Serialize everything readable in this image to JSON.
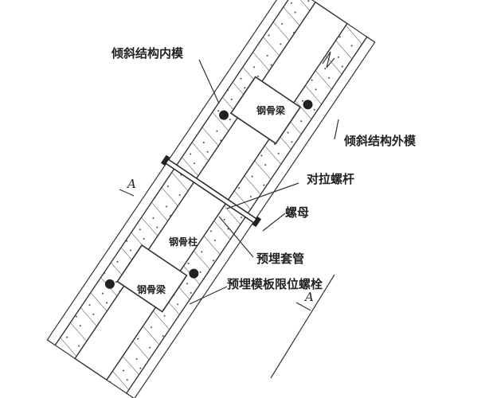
{
  "labels": {
    "inner_form": "倾斜结构内模",
    "outer_form": "倾斜结构外模",
    "tie_rod": "对拉螺杆",
    "nut": "螺母",
    "steel_column": "钢骨柱",
    "embedded_sleeve": "预埋套管",
    "limit_bolt": "预埋模板限位螺栓",
    "steel_beam_upper": "钢骨梁",
    "steel_beam_lower": "钢骨梁",
    "section_mark_1": "A",
    "section_mark_2": "A"
  }
}
